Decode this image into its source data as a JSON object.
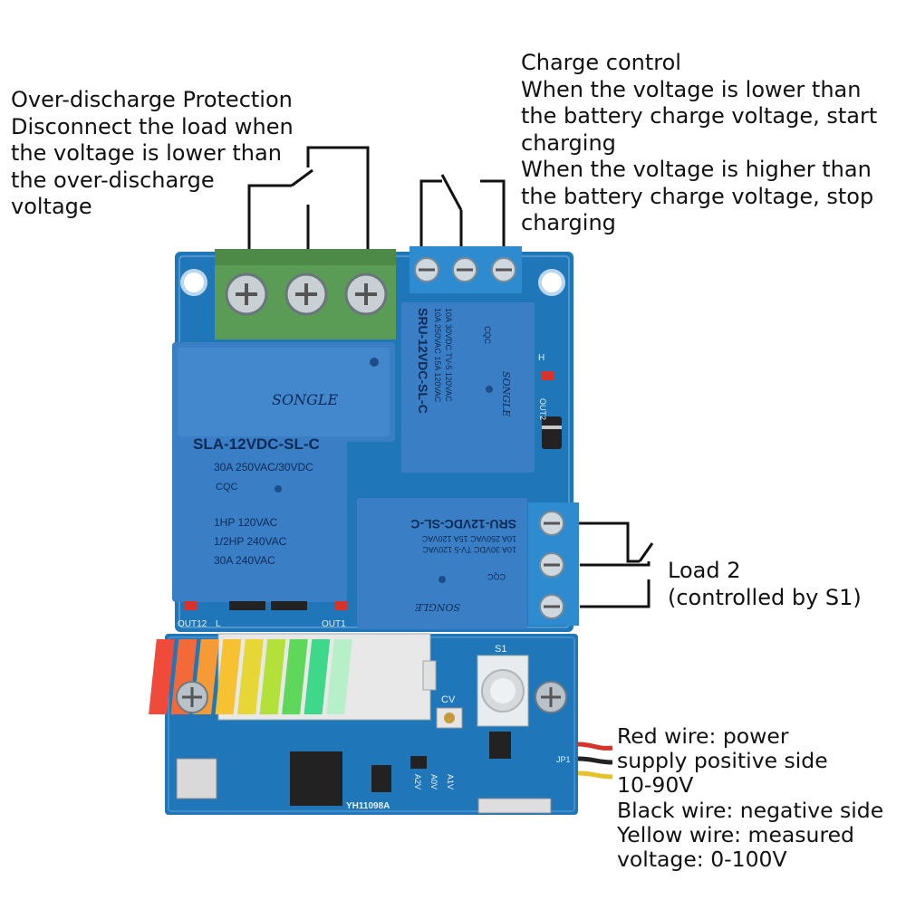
{
  "annotations": {
    "over_discharge": [
      "Over-discharge Protection",
      "Disconnect the load when",
      "the voltage is lower than",
      "the over-discharge",
      "voltage"
    ],
    "charge_control": [
      "Charge control",
      "When the voltage is lower than",
      "the battery charge voltage, start",
      "charging",
      "When the voltage is higher than",
      "the battery charge voltage, stop",
      "charging"
    ],
    "load2": [
      "Load 2",
      "(controlled by S1)"
    ],
    "wires": [
      "Red wire: power",
      "supply positive side",
      "10-90V",
      "Black wire: negative side",
      "Yellow wire: measured",
      "voltage: 0-100V"
    ]
  },
  "board": {
    "relay_large": {
      "brand": "SONGLE",
      "model": "SLA-12VDC-SL-C",
      "rating1": "30A  250VAC/30VDC",
      "cert": "CQC",
      "spec1": "1HP 120VAC",
      "spec2": "1/2HP 240VAC",
      "spec3": "30A 240VAC"
    },
    "relay_small_top": {
      "model": "SRU-12VDC-SL-C",
      "rating1": "10A 250VAC 15A 120VAC",
      "rating2": "10A 30VDC TV-5 120VAC",
      "brand": "SONGLE",
      "cert": "CQC"
    },
    "relay_small_bottom": {
      "model": "SRU-12VDC-SL-C",
      "rating1": "10A 250VAC 15A 120VAC",
      "rating2": "10A 30VDC TV-5 120VAC",
      "brand": "SONGLE",
      "cert": "CQC"
    },
    "silk": {
      "out12": "OUT12",
      "l": "L",
      "out1": "OUT1",
      "s1": "S1",
      "cv": "CV",
      "jp1": "JP1",
      "model": "YH11098A",
      "a0v": "A0V",
      "a2v": "A2V",
      "a1v": "A1V",
      "h": "H",
      "out2": "OUT2"
    },
    "colors": {
      "pcb": "#1f76b8",
      "relay": "#3a7fc6",
      "terminal_green": "#5a9c55",
      "terminal_blue": "#2f8bd0"
    },
    "battery_bar_colors": [
      "#f04a3a",
      "#f36a38",
      "#f59a34",
      "#f7c232",
      "#e6d636",
      "#b4e03a",
      "#5fd75a",
      "#3fd88a",
      "#b7f0c8"
    ]
  }
}
